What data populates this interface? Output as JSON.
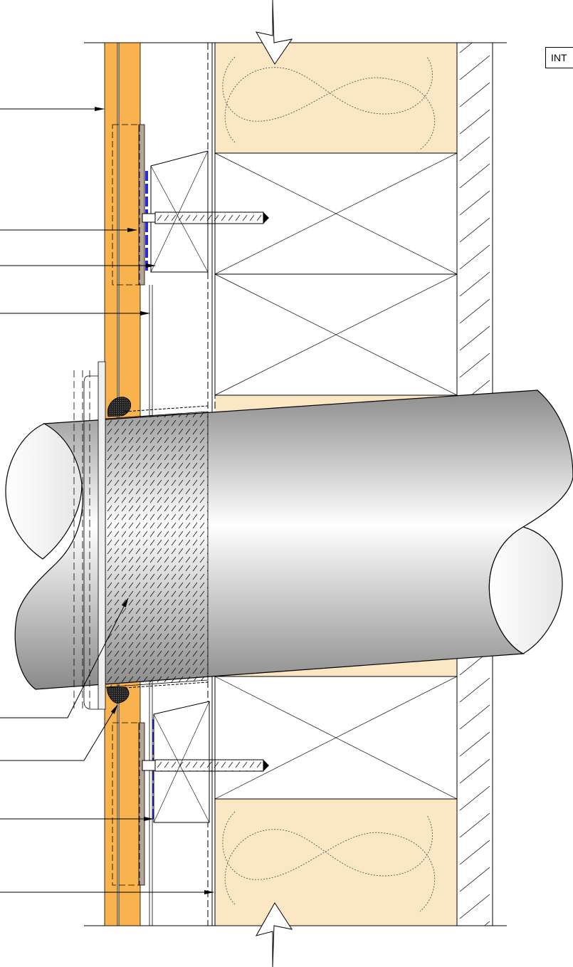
{
  "tag": {
    "label": "INT"
  },
  "colors": {
    "cladding": "#f8b34f",
    "insulation": "#fce7c5",
    "membrane": "#2b2bd6",
    "plate": "#b5a497",
    "pipe_dark": "#8a8a8a",
    "pipe_light": "#ffffff",
    "sealant": "#333333",
    "line": "#000000"
  },
  "icons": [
    "section-break-mark",
    "arrowhead"
  ]
}
